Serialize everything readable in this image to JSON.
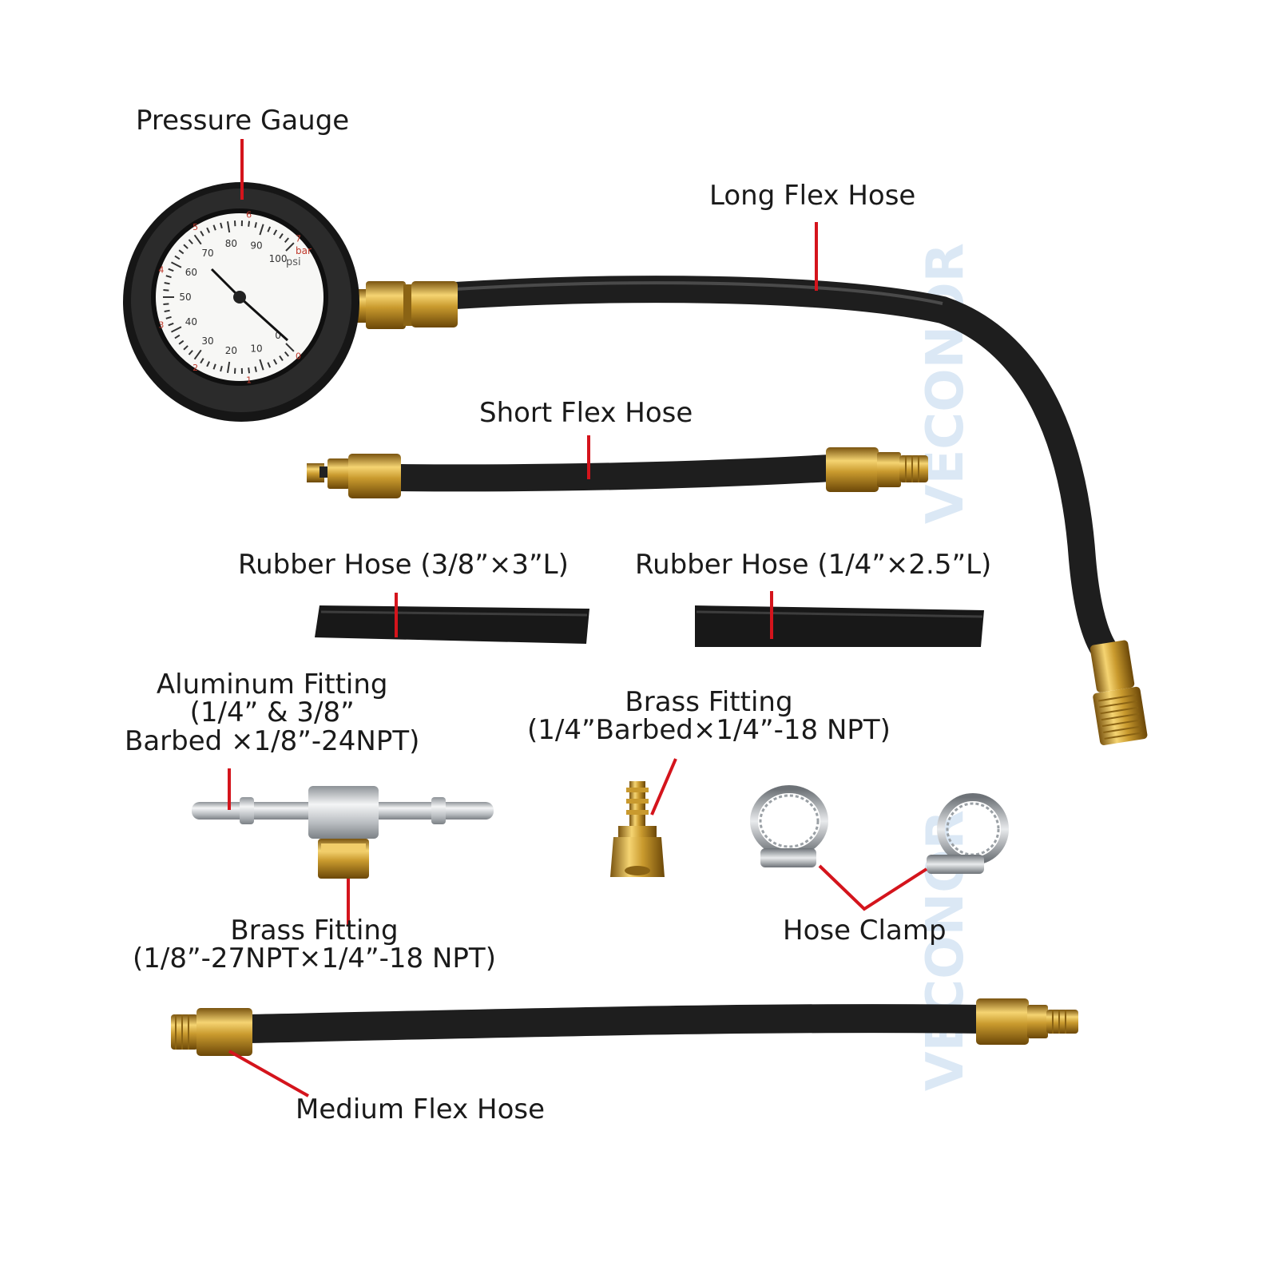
{
  "watermark": "VECONOR",
  "labels": {
    "pressure_gauge": "Pressure Gauge",
    "long_flex_hose": "Long Flex Hose",
    "short_flex_hose": "Short Flex Hose",
    "rubber_hose_38": "Rubber Hose (3/8”×3”L)",
    "rubber_hose_14": "Rubber Hose (1/4”×2.5”L)",
    "aluminum_fitting": [
      "Aluminum Fitting",
      "(1/4” & 3/8”",
      "Barbed ×1/8”-24NPT)"
    ],
    "brass_fitting_barbed": [
      "Brass Fitting",
      "(1/4”Barbed×1/4”-18 NPT)"
    ],
    "hose_clamp": "Hose Clamp",
    "brass_fitting_npt": [
      "Brass Fitting",
      "(1/8”-27NPT×1/4”-18 NPT)"
    ],
    "medium_flex_hose": "Medium Flex Hose"
  },
  "gauge": {
    "psi_unit": "psi",
    "bar_unit": "bar",
    "psi_ticks": [
      "0",
      "10",
      "20",
      "30",
      "40",
      "50",
      "60",
      "70",
      "80",
      "90",
      "100"
    ],
    "bar_ticks": [
      "0",
      "1",
      "2",
      "3",
      "4",
      "5",
      "6",
      "7"
    ]
  },
  "colors": {
    "leader_line": "#d4141c",
    "hose": "#1e1e1e",
    "brass": "#c99a2e",
    "aluminum": "#c9ccd0",
    "watermark": "#dbe8f5"
  }
}
